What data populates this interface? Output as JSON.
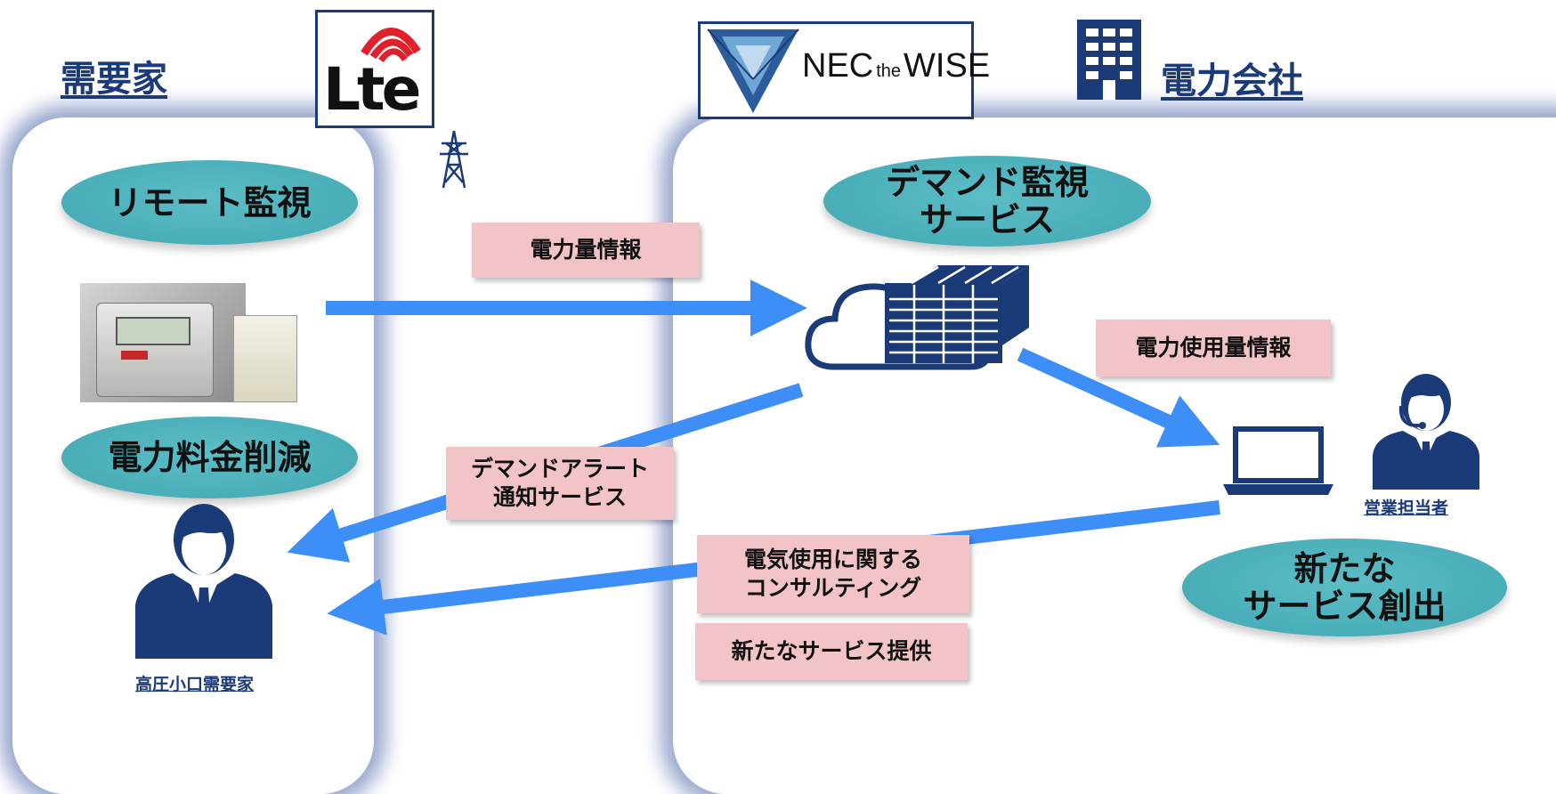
{
  "headings": {
    "customer": "需要家",
    "power_company": "電力会社"
  },
  "logos": {
    "lte": {
      "text": "Lte",
      "icon": "lte-logo"
    },
    "nec": {
      "text_nec": "NEC",
      "text_the": "the",
      "text_wise": "WISE",
      "icon": "nec-the-wise-logo"
    }
  },
  "ellipses": {
    "remote": "リモート監視",
    "reduction": "電力料金削減",
    "demand": "デマンド監視\nサービス",
    "new_service": "新たな\nサービス創出"
  },
  "labels": {
    "power_amount": "電力量情報",
    "power_usage": "電力使用量情報",
    "alert": "デマンドアラート\n通知サービス",
    "consulting": "電気使用に関する\nコンサルティング",
    "new_provision": "新たなサービス提供"
  },
  "captions": {
    "customer_person": "高圧小口需要家",
    "sales_person": "営業担当者"
  },
  "icons": [
    "building-icon",
    "transmission-tower-icon",
    "power-meter-photo",
    "cloud-server-icon",
    "laptop-icon",
    "sales-operator-icon",
    "customer-person-icon",
    "arrow"
  ],
  "colors": {
    "navy": "#1b3a78",
    "arrow": "#3e8ef7",
    "teal": "#4ab0ba",
    "label_pink": "#f2c4c7",
    "panel_glow": "#9aa8cf"
  }
}
